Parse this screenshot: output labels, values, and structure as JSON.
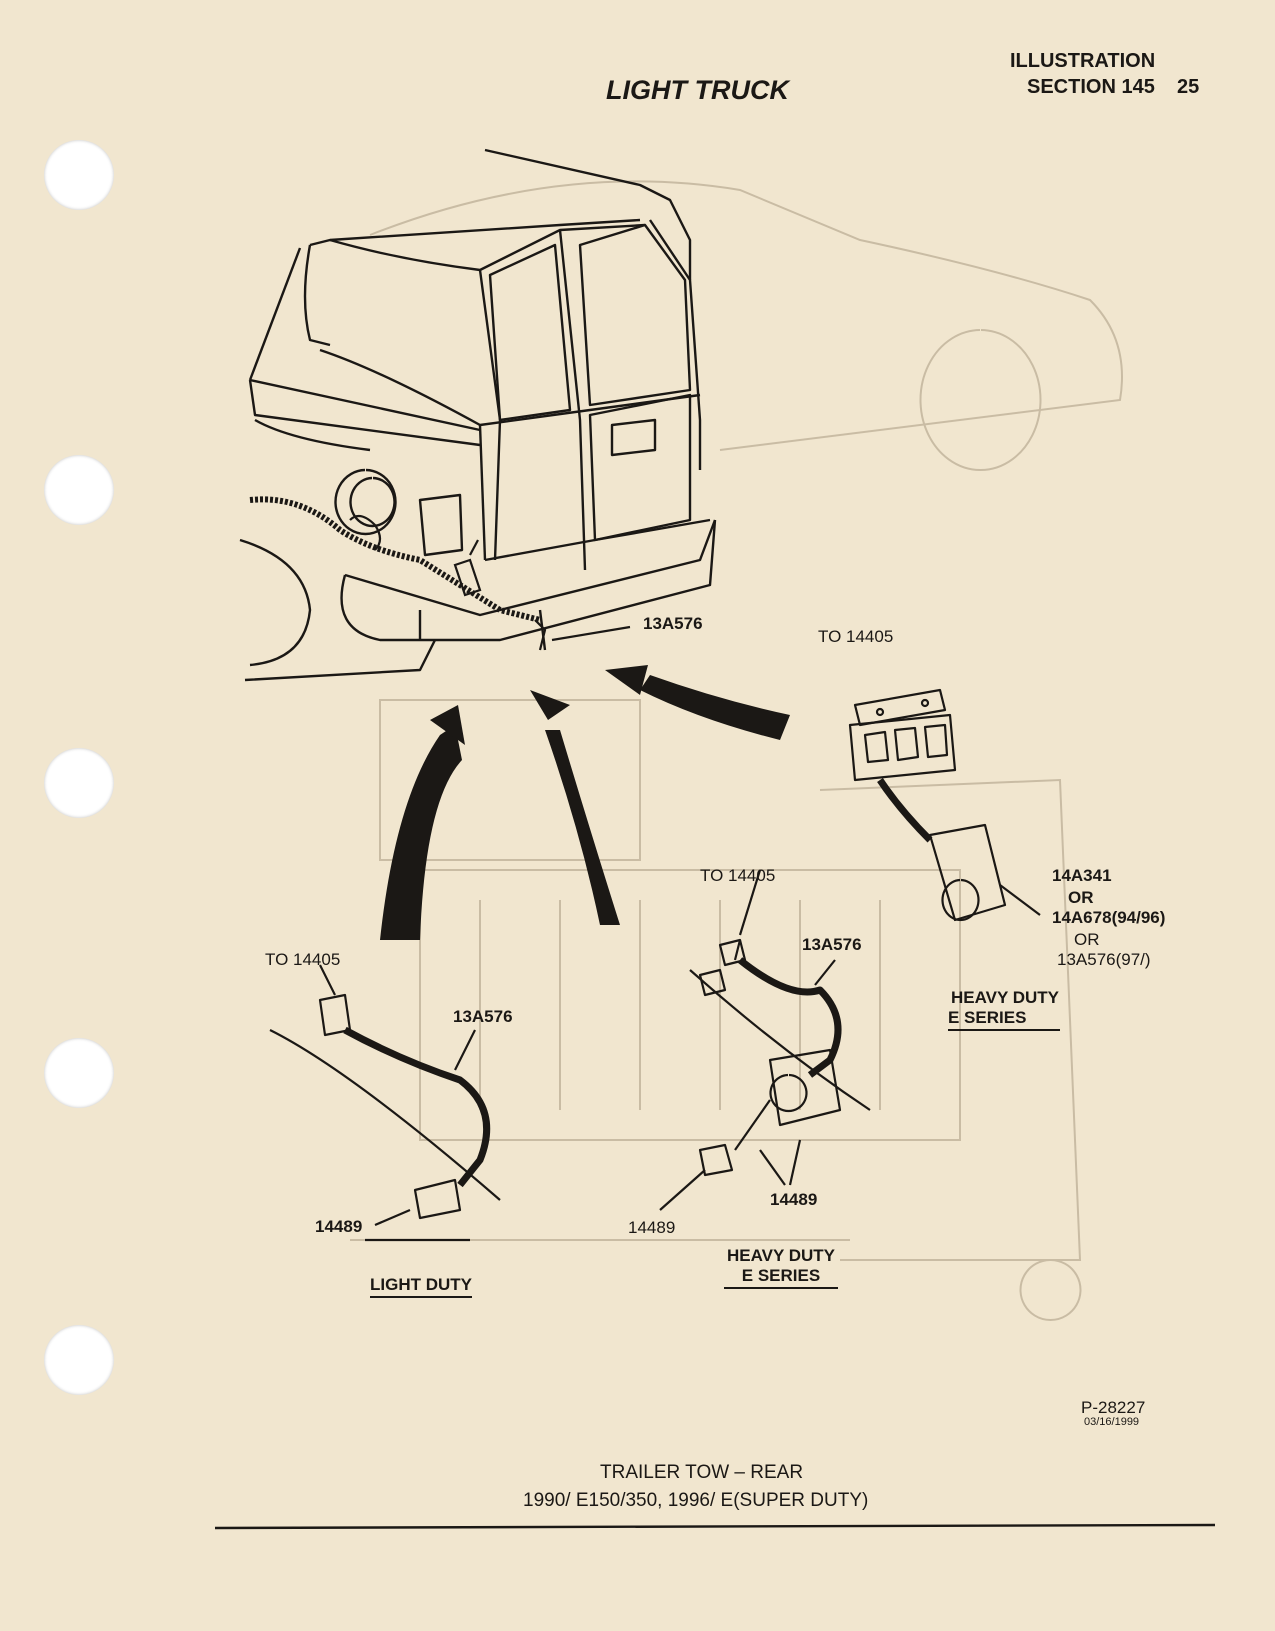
{
  "header": {
    "illustration": "ILLUSTRATION",
    "section": "SECTION 145",
    "page_number": "25",
    "title": "LIGHT TRUCK"
  },
  "labels": {
    "main_13a576": "13A576",
    "hd_top_to": "TO 14405",
    "hd_part1": "14A341",
    "or1": "OR",
    "hd_part2": "14A678",
    "hd_part2_years": "(94/96)",
    "or2": "OR",
    "hd_part3": "13A576(97/)",
    "hd_top_caption_1": "HEAVY DUTY",
    "hd_top_caption_2": "E   SERIES",
    "hd_mid_to": "TO 14405",
    "hd_mid_13a576": "13A576",
    "hd_mid_14489_right": "14489",
    "hd_mid_14489_left": "14489",
    "hd_mid_caption_1": "HEAVY DUTY",
    "hd_mid_caption_2": "E SERIES",
    "ld_to": "TO 14405",
    "ld_13a576": "13A576",
    "ld_14489": "14489",
    "ld_caption": "LIGHT DUTY"
  },
  "footer": {
    "ref": "P-28227",
    "date": "03/16/1999",
    "caption_1": "TRAILER TOW – REAR",
    "caption_2": "1990/ E150/350, 1996/ E(SUPER DUTY)"
  }
}
